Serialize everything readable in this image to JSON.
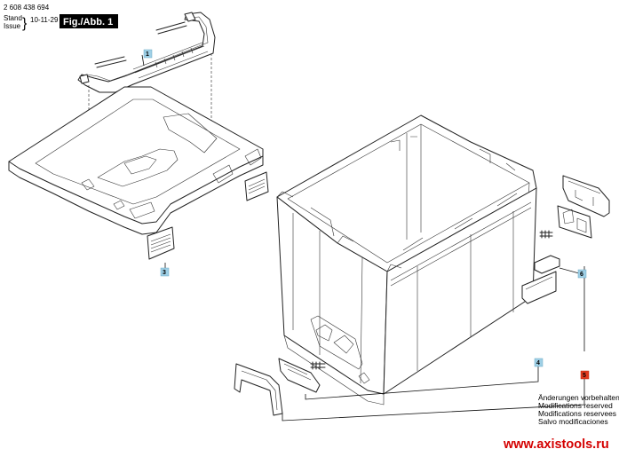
{
  "header": {
    "part_number": "2 608 438 694",
    "stand_label": "Stand",
    "issue_label": "Issue",
    "date": "10-11-29",
    "figure_label": "Fig./Abb. 1"
  },
  "callouts": [
    {
      "label": "1",
      "part": "handle",
      "badge_color": "#9fd0e6"
    },
    {
      "label": "3",
      "part": "latch-cover",
      "badge_color": "#9fd0e6"
    },
    {
      "label": "4",
      "part": "box-body",
      "badge_color": "#9fd0e6"
    },
    {
      "label": "5",
      "part": "front-clip",
      "badge_color": "#e33a1e"
    },
    {
      "label": "6",
      "part": "latch-assembly",
      "badge_color": "#9fd0e6"
    }
  ],
  "notes": [
    "Änderungen vorbehalten",
    "Modifications reserved",
    "Modifications reservees",
    "Salvo modificaciones"
  ],
  "watermark": "www.axistools.ru"
}
